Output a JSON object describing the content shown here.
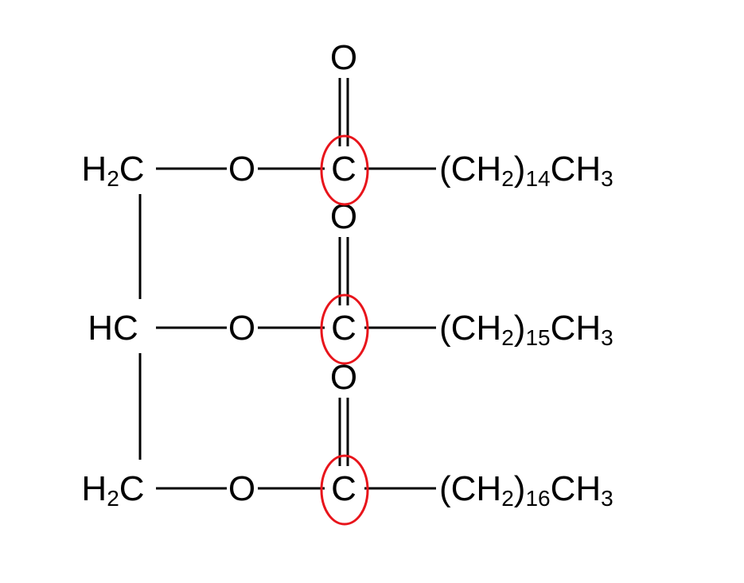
{
  "colors": {
    "ink": "#000000",
    "highlight": "#e8141b",
    "background": "#ffffff"
  },
  "molecule": {
    "rows": [
      {
        "glycerol": {
          "main": "H",
          "sub": "2",
          "tail": "C"
        },
        "oxygen": "O",
        "carbonyl_c": "C",
        "carbonyl_o": "O",
        "chain": {
          "open": "(CH",
          "sub1": "2",
          "mid": ")",
          "n": "14",
          "tail": "CH",
          "sub2": "3"
        }
      },
      {
        "glycerol": {
          "main": "HC",
          "sub": "",
          "tail": ""
        },
        "oxygen": "O",
        "carbonyl_c": "C",
        "carbonyl_o": "O",
        "chain": {
          "open": "(CH",
          "sub1": "2",
          "mid": ")",
          "n": "15",
          "tail": "CH",
          "sub2": "3"
        }
      },
      {
        "glycerol": {
          "main": "H",
          "sub": "2",
          "tail": "C"
        },
        "oxygen": "O",
        "carbonyl_c": "C",
        "carbonyl_o": "O",
        "chain": {
          "open": "(CH",
          "sub1": "2",
          "mid": ")",
          "n": "16",
          "tail": "CH",
          "sub2": "3"
        }
      }
    ]
  }
}
